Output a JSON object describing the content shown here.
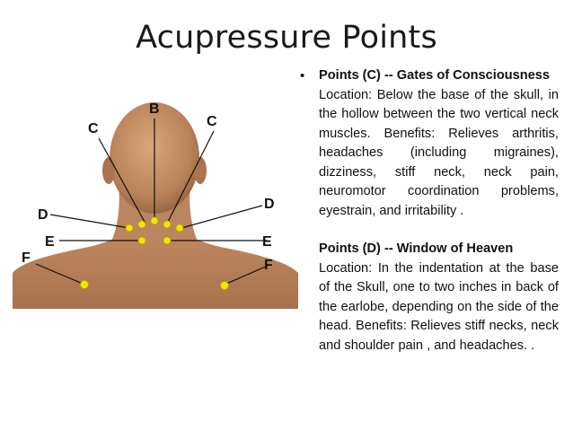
{
  "title": "Acupressure Points",
  "labels": {
    "B": "B",
    "C": "C",
    "D": "D",
    "E": "E",
    "F": "F"
  },
  "points": [
    {
      "heading": "Points (C) -- Gates of Consciousness",
      "body": "Location: Below the base of the skull, in the hollow between the two vertical neck muscles. Benefits: Relieves arthritis, headaches (including migraines), dizziness, stiff neck, neck pain, neuromotor coordination problems, eyestrain, and irritability ."
    },
    {
      "heading": "Points (D) -- Window of Heaven",
      "body": "Location: In the indentation at the base of the Skull, one to two inches in back of the earlobe, depending on the side of the head. Benefits: Relieves stiff necks, neck and shoulder pain , and headaches. ."
    }
  ],
  "colors": {
    "point": "#f2e600",
    "skin": "#c9936a"
  }
}
